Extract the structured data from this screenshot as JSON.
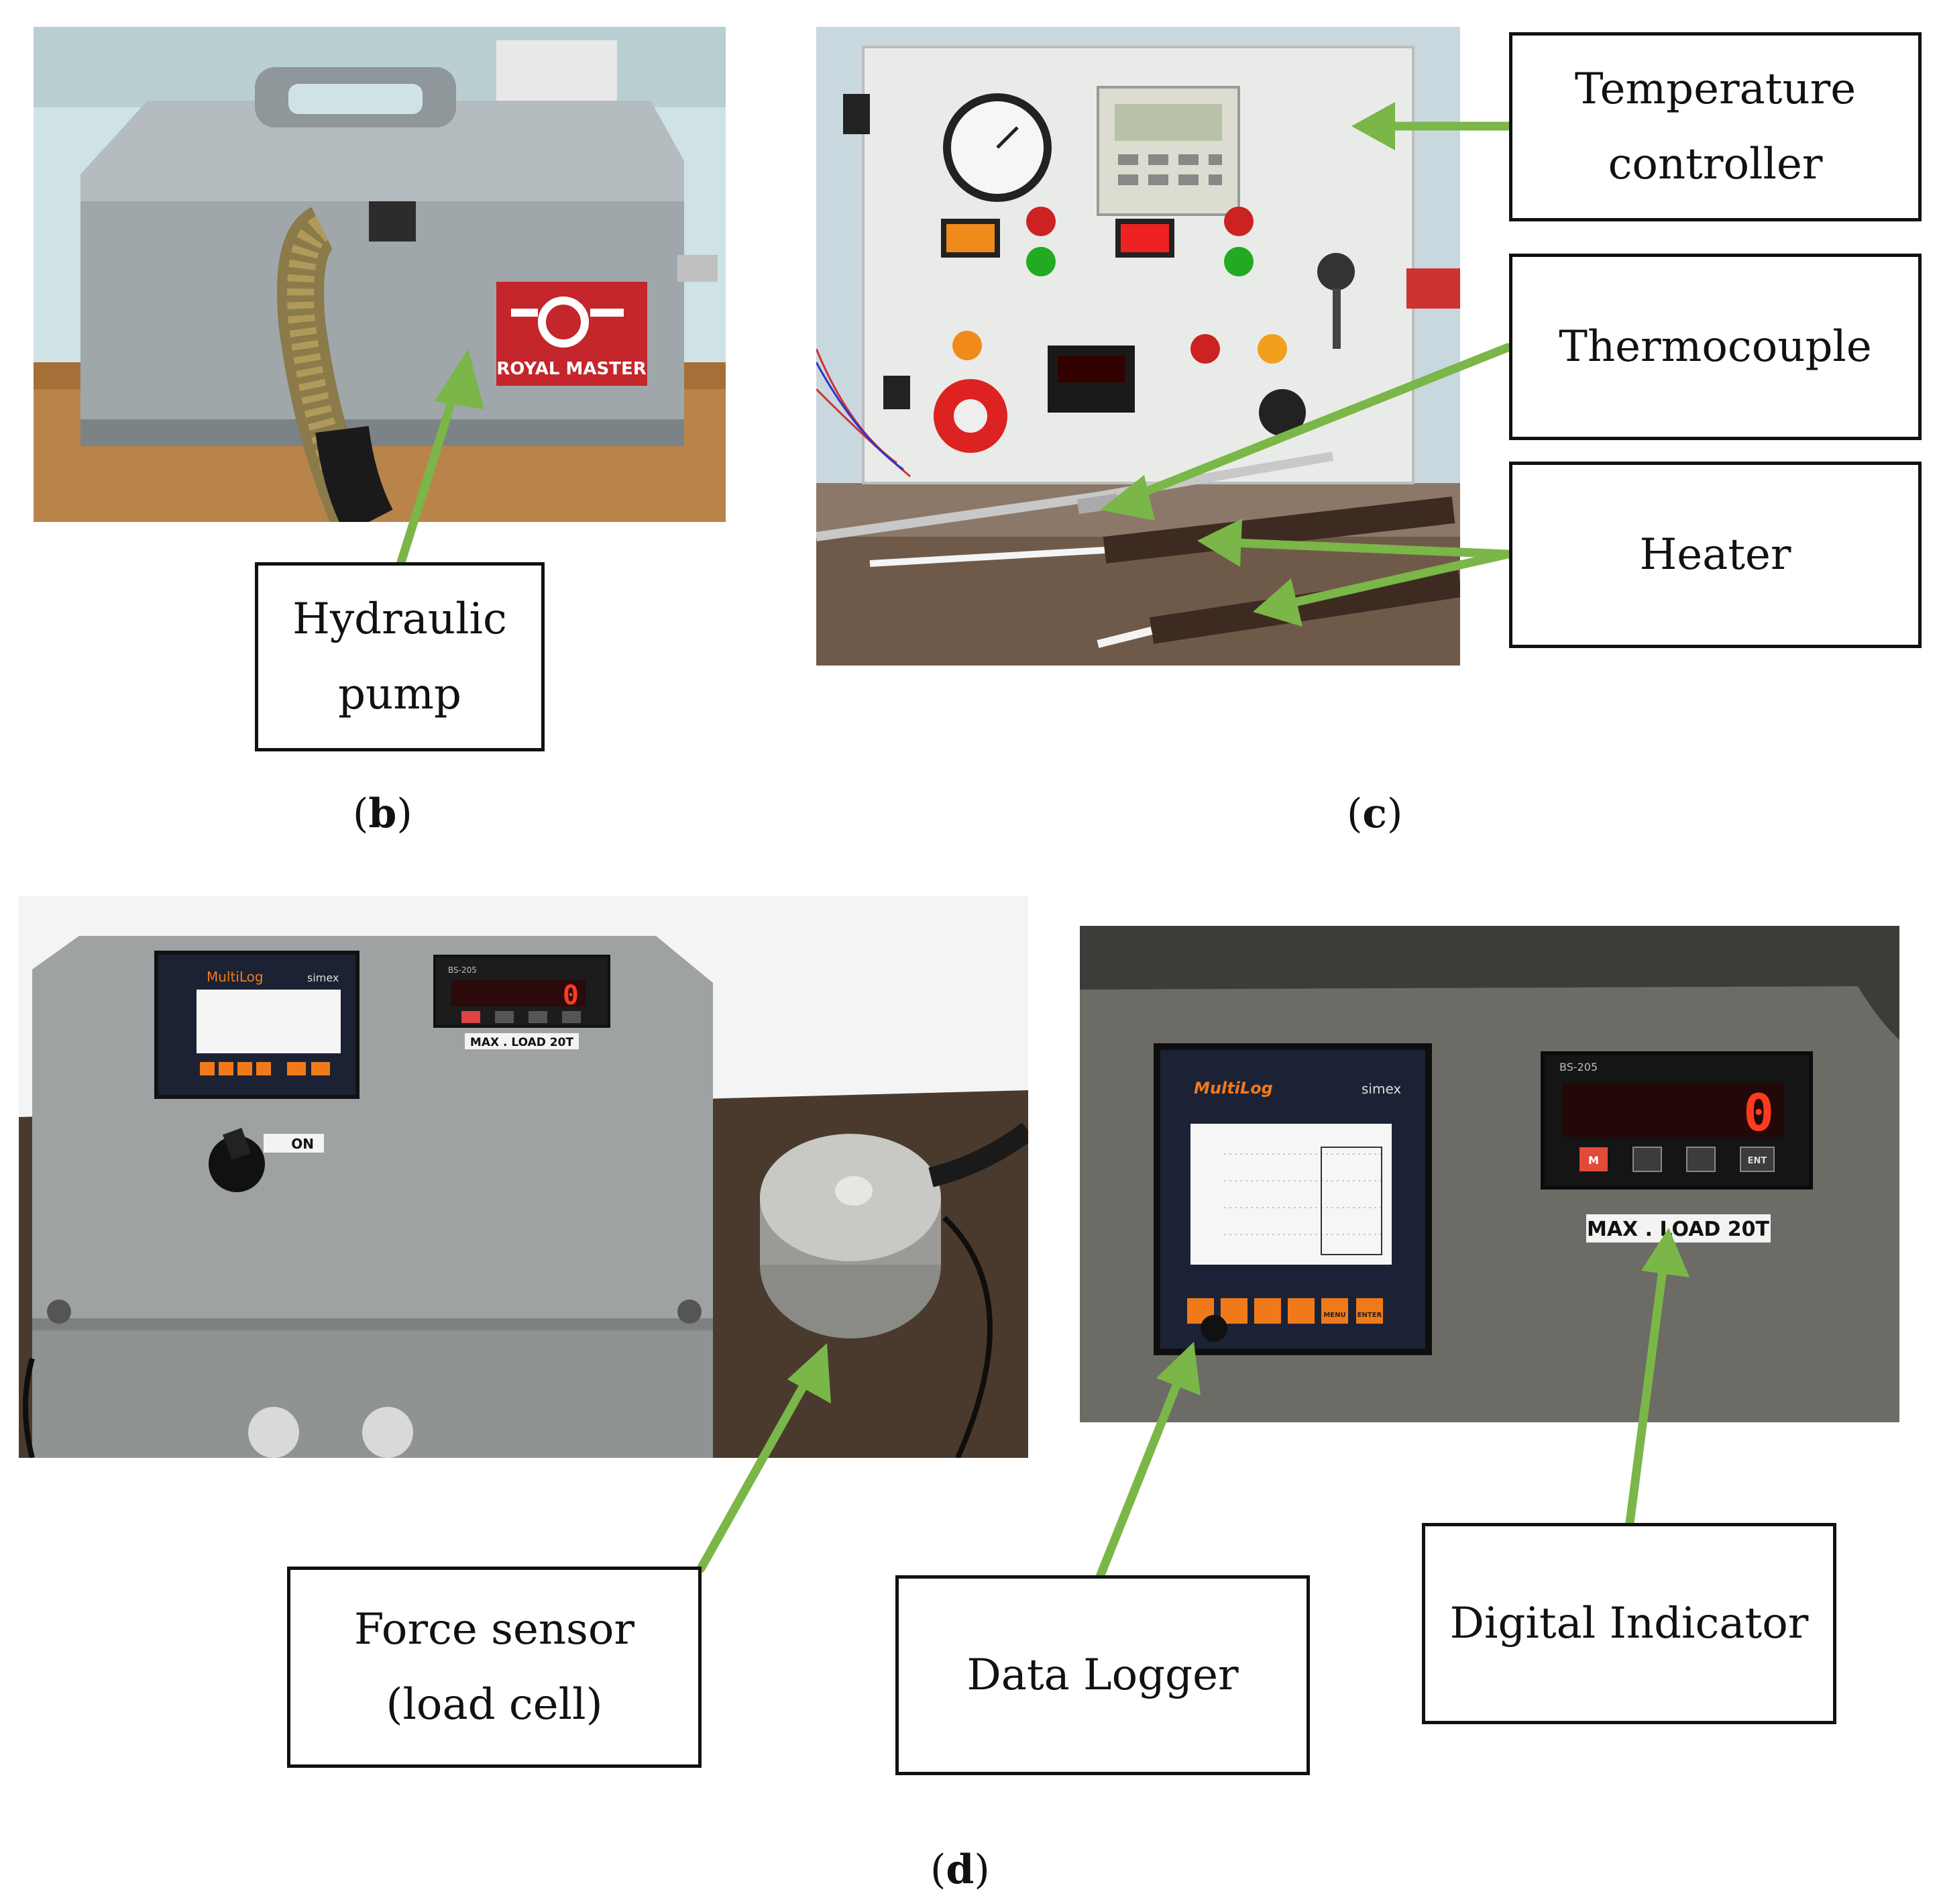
{
  "panels": {
    "b": {
      "caption_letter": "b",
      "labels": {
        "pump_line1": "Hydraulic",
        "pump_line2": "pump"
      },
      "photo_text": {
        "brand": "ROYAL MASTER"
      }
    },
    "c": {
      "caption_letter": "c",
      "labels": {
        "temp_line1": "Temperature",
        "temp_line2": "controller",
        "thermocouple": "Thermocouple",
        "heater": "Heater"
      }
    },
    "d": {
      "caption_letter": "d",
      "labels": {
        "force_line1": "Force sensor",
        "force_line2": "(load cell)",
        "logger": "Data Logger",
        "indicator": "Digital Indicator"
      },
      "photo_text": {
        "multilog": "MultiLog",
        "simex": "simex",
        "max_load": "MAX . LOAD 20T",
        "reading": "0",
        "on": "ON",
        "model": "BS-205",
        "btn_m": "M",
        "btn_ent": "ENT",
        "btn_menu": "MENU",
        "btn_enter": "ENTER"
      }
    }
  },
  "colors": {
    "arrow": "#7ab648",
    "box_border": "#111111",
    "led_red": "#ff3b1f",
    "logger_orange": "#f07a1a"
  }
}
